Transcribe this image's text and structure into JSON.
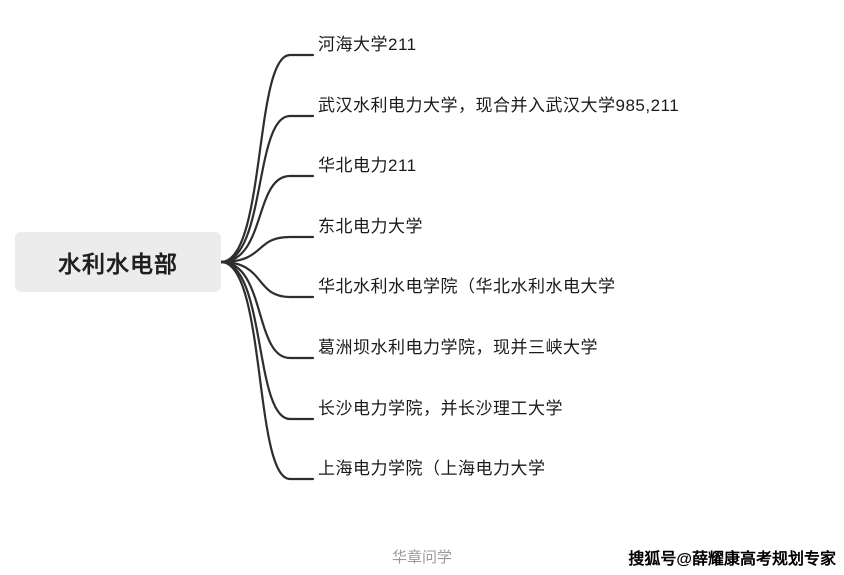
{
  "mindmap": {
    "root": "水利水电部",
    "children": [
      "河海大学211",
      "武汉水利电力大学，现合并入武汉大学985,211",
      "华北电力211",
      "东北电力大学",
      "华北水利水电学院（华北水利水电大学",
      "葛洲坝水利电力学院，现并三峡大学",
      "长沙电力学院，并长沙理工大学",
      "上海电力学院（上海电力大学"
    ]
  },
  "footer": {
    "caption": "华章问学",
    "watermark": "搜狐号@薛耀康高考规划专家"
  },
  "colors": {
    "line": "#2e2e2e",
    "root_bg": "#ececec",
    "text": "#1a1a1a",
    "caption": "#9a9a9a"
  }
}
